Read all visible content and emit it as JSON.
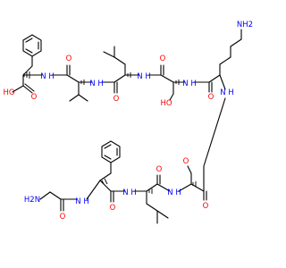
{
  "colors": {
    "oxygen": "#ff0000",
    "nitrogen": "#0000ff",
    "carbon": "#000000",
    "background": "#ffffff"
  },
  "labels": {
    "acid_oh": "HO",
    "acid_o": "O",
    "phe1_nh": "N H",
    "val_o": "O",
    "val_nh": "N H",
    "leu1_o": "O",
    "leu1_nh": "N H",
    "ser1_o": "O",
    "ser1_nh": "N H",
    "ser1_oh": "HO",
    "lys_o": "O",
    "lys_nh": "N H",
    "lys_nh2": "NH2",
    "gly_nh2": "H2N",
    "gly_o": "O",
    "phe2_nh": "N H",
    "phe2_o": "O",
    "leu2_nh": "N H",
    "leu2_o": "O",
    "ser2_nh": "N H",
    "ser2_o_top": "O",
    "ser2_o": "O"
  }
}
